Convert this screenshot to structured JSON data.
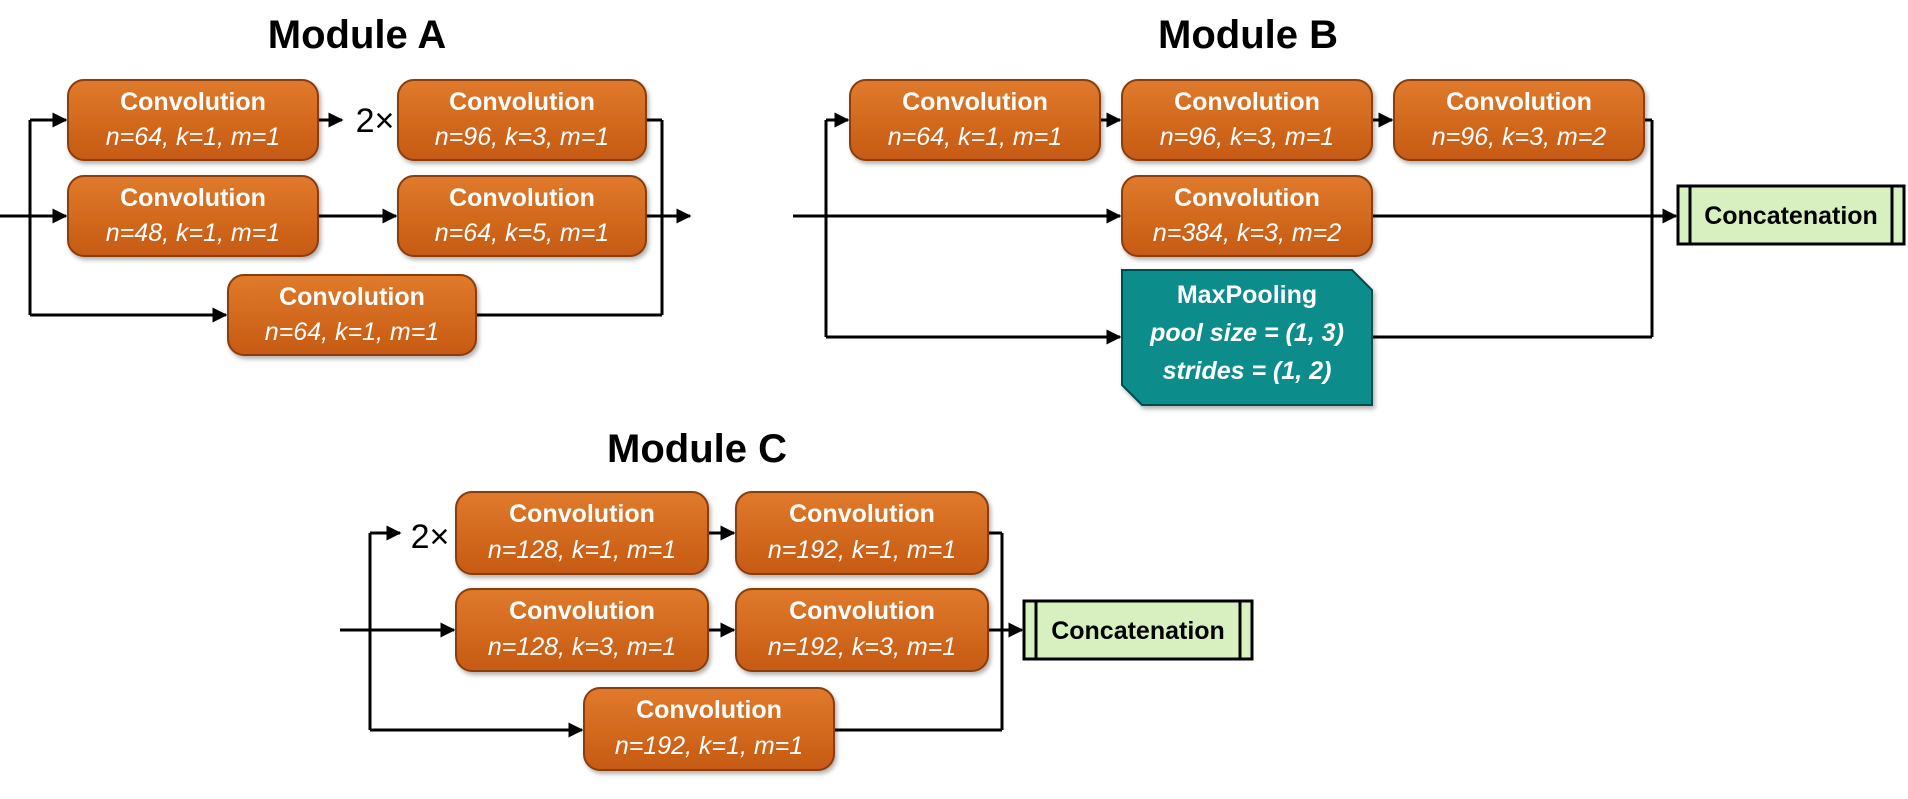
{
  "modules": {
    "a": {
      "title": "Module A",
      "repeat": "2×",
      "boxes": [
        {
          "label": "Convolution",
          "params": "n=64, k=1, m=1"
        },
        {
          "label": "Convolution",
          "params": "n=96, k=3, m=1"
        },
        {
          "label": "Convolution",
          "params": "n=48, k=1, m=1"
        },
        {
          "label": "Convolution",
          "params": "n=64, k=5, m=1"
        },
        {
          "label": "Convolution",
          "params": "n=64, k=1, m=1"
        }
      ]
    },
    "b": {
      "title": "Module B",
      "boxes": [
        {
          "label": "Convolution",
          "params": "n=64, k=1, m=1"
        },
        {
          "label": "Convolution",
          "params": "n=96, k=3, m=1"
        },
        {
          "label": "Convolution",
          "params": "n=96, k=3, m=2"
        },
        {
          "label": "Convolution",
          "params": "n=384, k=3, m=2"
        }
      ],
      "maxpool": {
        "label": "MaxPooling",
        "pool_size": "pool size = (1, 3)",
        "strides": "strides = (1, 2)"
      },
      "concat": "Concatenation"
    },
    "c": {
      "title": "Module C",
      "repeat": "2×",
      "boxes": [
        {
          "label": "Convolution",
          "params": "n=128, k=1, m=1"
        },
        {
          "label": "Convolution",
          "params": "n=192, k=1, m=1"
        },
        {
          "label": "Convolution",
          "params": "n=128, k=3, m=1"
        },
        {
          "label": "Convolution",
          "params": "n=192, k=3, m=1"
        },
        {
          "label": "Convolution",
          "params": "n=192, k=1, m=1"
        }
      ],
      "concat": "Concatenation"
    }
  },
  "colors": {
    "conv_fill": "#d2691e",
    "conv_stroke": "#8a3c0c",
    "maxpool_fill": "#0e8c8c",
    "maxpool_stroke": "#064d4d",
    "concat_fill": "#d8f0c0"
  }
}
